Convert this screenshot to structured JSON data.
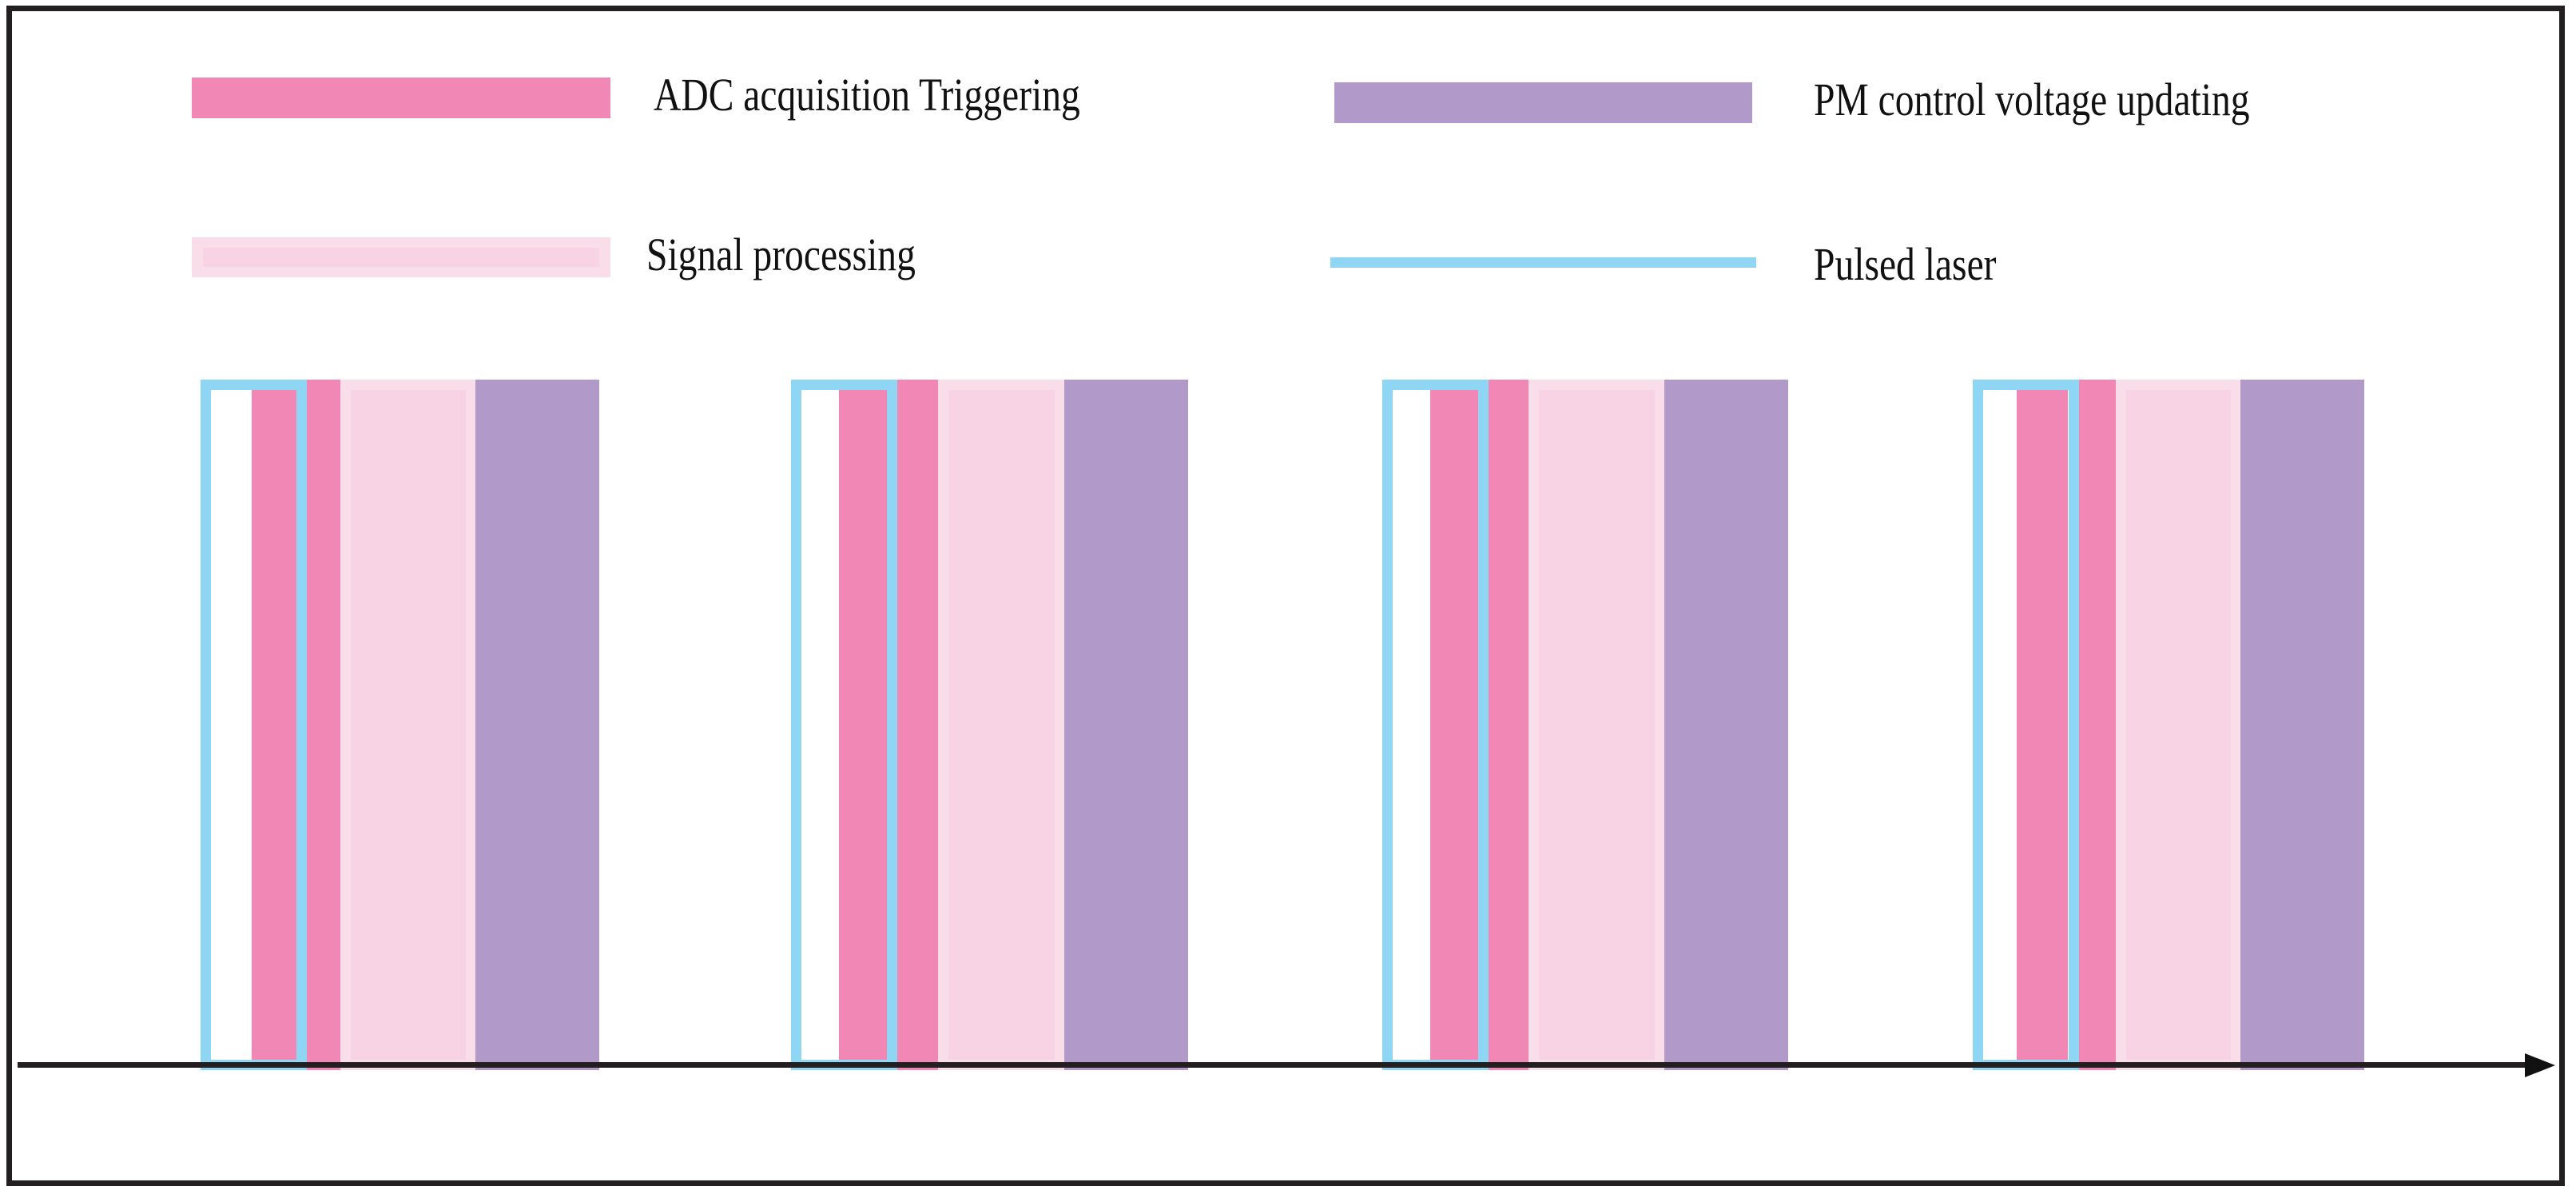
{
  "colors": {
    "adc": "#f087b5",
    "pm": "#b19aca",
    "processing_outer": "#f9dde9",
    "processing_inner": "#f7d3e4",
    "laser": "#8fd6f4",
    "frame": "#231f20",
    "axis": "#231f20"
  },
  "legend": {
    "items": [
      {
        "key": "adc",
        "label": "ADC  acquisition Triggering",
        "swatch": "filled"
      },
      {
        "key": "pm",
        "label": "PM control voltage updating",
        "swatch": "filled"
      },
      {
        "key": "processing",
        "label": "Signal processing",
        "swatch": "filled-inset"
      },
      {
        "key": "laser",
        "label": "Pulsed laser",
        "swatch": "line"
      }
    ]
  },
  "axis": {
    "direction": "right",
    "label": ""
  },
  "timing_cycles": [
    {
      "index": 1,
      "laser_box": [
        251,
        384
      ],
      "adc_inner": [
        315,
        371
      ],
      "adc_outer": [
        384,
        426
      ],
      "processing": [
        426,
        595
      ],
      "pm": [
        595,
        750
      ]
    },
    {
      "index": 2,
      "laser_box": [
        990,
        1123
      ],
      "adc_inner": [
        1050,
        1110
      ],
      "adc_outer": [
        1123,
        1174
      ],
      "processing": [
        1174,
        1332
      ],
      "pm": [
        1332,
        1487
      ]
    },
    {
      "index": 3,
      "laser_box": [
        1730,
        1863
      ],
      "adc_inner": [
        1790,
        1850
      ],
      "adc_outer": [
        1863,
        1913
      ],
      "processing": [
        1913,
        2083
      ],
      "pm": [
        2083,
        2238
      ]
    },
    {
      "index": 4,
      "laser_box": [
        2469,
        2602
      ],
      "adc_inner": [
        2524,
        2588
      ],
      "adc_outer": [
        2602,
        2648
      ],
      "processing": [
        2648,
        2804
      ],
      "pm": [
        2804,
        2959
      ]
    }
  ]
}
